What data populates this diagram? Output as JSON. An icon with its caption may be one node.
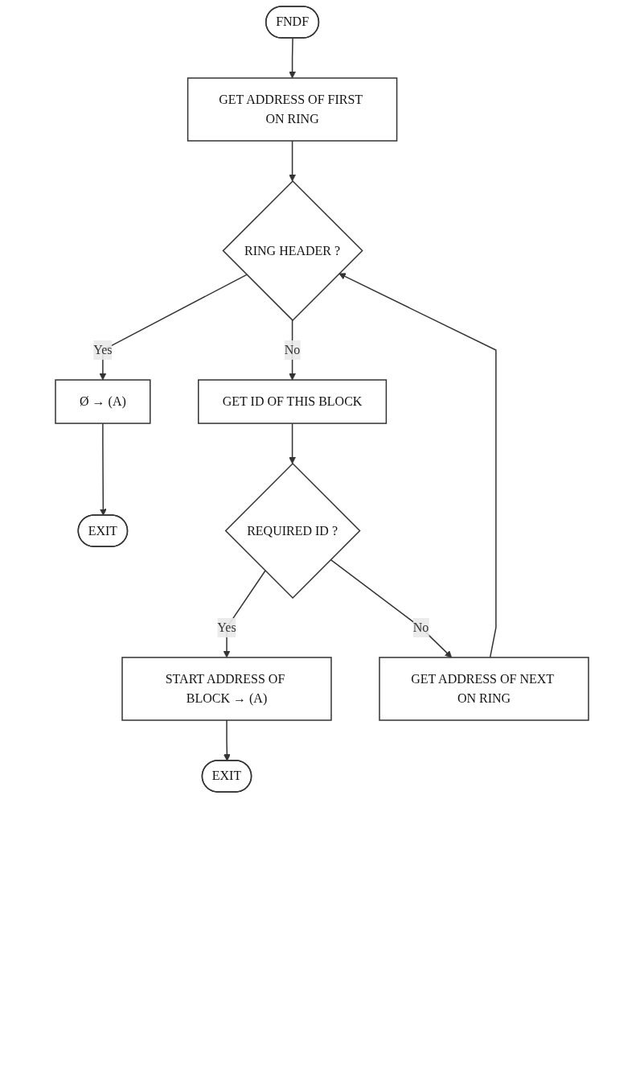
{
  "diagram": {
    "nodes": [
      {
        "text": [
          "FNDF"
        ]
      },
      {
        "text": [
          "GET ADDRESS OF FIRST ON RING"
        ]
      },
      {
        "text": [
          "RING HEADER ?"
        ]
      },
      {
        "text": [
          "Ø → (A)"
        ]
      },
      {
        "text": [
          "EXIT"
        ]
      },
      {
        "text": [
          "GET ID OF THIS BLOCK"
        ]
      },
      {
        "text": [
          "REQUIRED ID ?"
        ]
      },
      {
        "text": [
          "START ADDRESS OF BLOCK → (A)"
        ]
      },
      {
        "text": [
          "EXIT"
        ]
      },
      {
        "text": [
          "GET ADDRESS OF NEXT ON RING"
        ]
      }
    ],
    "edges": [
      {
        "from": 0,
        "to": 1,
        "arrow": "to"
      },
      {
        "from": 1,
        "to": 2,
        "arrow": "to"
      },
      {
        "from": 2,
        "to": 3,
        "label": "Yes",
        "arrow": "to"
      },
      {
        "from": 3,
        "to": 4,
        "arrow": "to"
      },
      {
        "from": 2,
        "to": 5,
        "label": "No",
        "arrow": "to"
      },
      {
        "from": 5,
        "to": 6,
        "arrow": "to"
      },
      {
        "from": 6,
        "to": 7,
        "label": "Yes",
        "arrow": "to"
      },
      {
        "from": 7,
        "to": 8,
        "arrow": "to"
      },
      {
        "from": 6,
        "to": 9,
        "label": "No",
        "arrow": "to"
      },
      {
        "from": 9,
        "to": 2,
        "arrow": "to"
      }
    ]
  }
}
